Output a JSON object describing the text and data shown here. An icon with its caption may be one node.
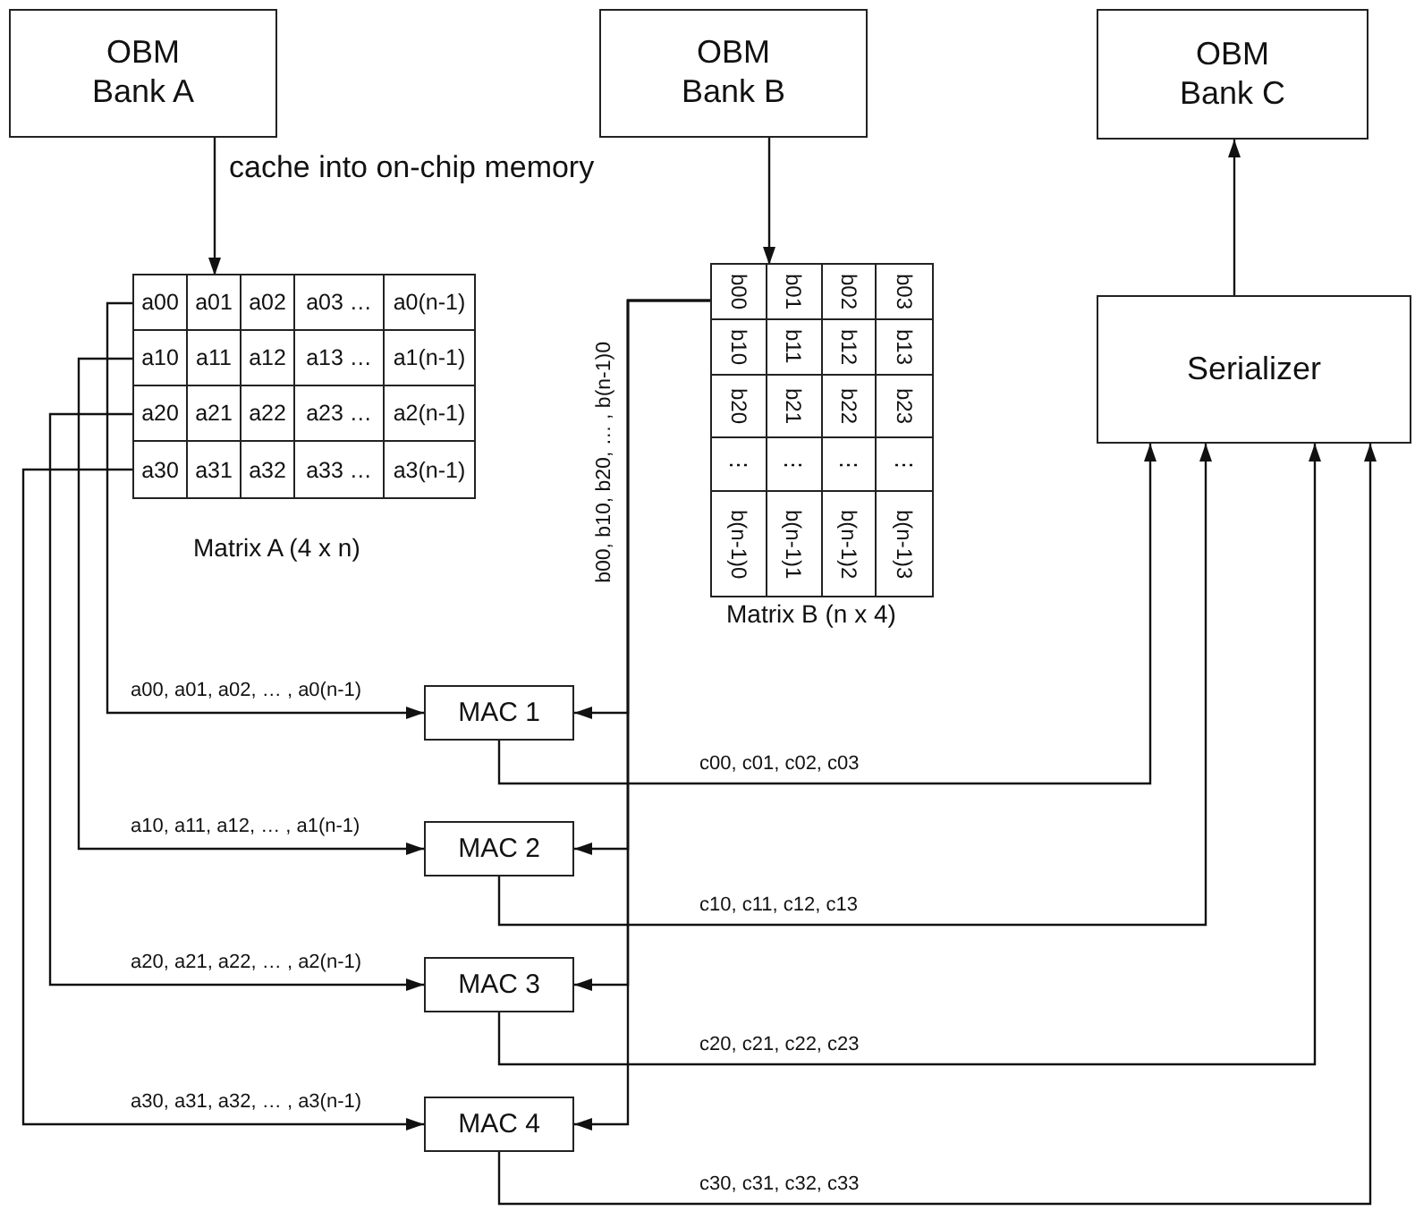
{
  "diagram": {
    "nodes": [
      {
        "text": [
          "OBM Bank A"
        ]
      },
      {
        "text": [
          "OBM Bank B"
        ]
      },
      {
        "text": [
          "OBM Bank C"
        ]
      },
      {
        "text": [],
        "shape": "box",
        "beside": [
          "Matrix A (4 x n)"
        ]
      },
      {
        "text": [
          "a00",
          "a01",
          "a02",
          "a03 …",
          "a0(n-1)"
        ],
        "in": 3
      },
      {
        "text": [
          "a10",
          "a11",
          "a12",
          "a13 …",
          "a1(n-1)"
        ],
        "in": 3
      },
      {
        "text": [
          "a20",
          "a21",
          "a22",
          "a23 …",
          "a2(n-1)"
        ],
        "in": 3
      },
      {
        "text": [
          "a30",
          "a31",
          "a32",
          "a33 …",
          "a3(n-1)"
        ],
        "in": 3
      },
      {
        "text": [
          "b00",
          "b01",
          "b02",
          "b03",
          "b10",
          "b11",
          "b12",
          "b13",
          "b20",
          "b21",
          "b22",
          "b23",
          "⋮",
          "⋮",
          "⋮",
          "⋮",
          "b(n-1)0",
          "b(n-1)1",
          "b(n-1)2",
          "b(n-1)3"
        ],
        "beside": [
          "Matrix B (n x 4)"
        ]
      },
      {
        "text": [
          "MAC 1"
        ]
      },
      {
        "text": [
          "MAC 2"
        ]
      },
      {
        "text": [
          "MAC 3"
        ]
      },
      {
        "text": [
          "MAC 4"
        ]
      },
      {
        "text": [
          "Serializer"
        ]
      }
    ],
    "edges": [
      {
        "from": 0,
        "to": 3,
        "arrow": "to"
      },
      {
        "from": 1,
        "to": 8,
        "arrow": "to"
      },
      {
        "from": 13,
        "to": 2,
        "arrow": "to"
      },
      {
        "from": 4,
        "to": 9,
        "arrow": "to",
        "label": "a00, a01, a02, … , a0(n-1)"
      },
      {
        "from": 5,
        "to": 10,
        "arrow": "to",
        "label": "a10, a11, a12, … , a1(n-1)"
      },
      {
        "from": 6,
        "to": 11,
        "arrow": "to",
        "label": "a20, a21, a22, … , a2(n-1)"
      },
      {
        "from": 7,
        "to": 12,
        "arrow": "to",
        "label": "a30, a31, a32, … , a3(n-1)"
      },
      {
        "from": 8,
        "to": 9,
        "arrow": "to",
        "label": "b00, b10, b20, … , b(n-1)0"
      },
      {
        "from": 8,
        "to": 10,
        "arrow": "to"
      },
      {
        "from": 8,
        "to": 11,
        "arrow": "to"
      },
      {
        "from": 8,
        "to": 12,
        "arrow": "to"
      },
      {
        "from": 9,
        "to": 13,
        "arrow": "to",
        "label": "c00, c01, c02, c03"
      },
      {
        "from": 10,
        "to": 13,
        "arrow": "to",
        "label": "c10, c11, c12, c13"
      },
      {
        "from": 11,
        "to": 13,
        "arrow": "to",
        "label": "c20, c21, c22, c23"
      },
      {
        "from": 12,
        "to": 13,
        "arrow": "to",
        "label": "c30, c31, c32, c33"
      }
    ],
    "labels": [
      "cache into on-chip memory"
    ]
  }
}
